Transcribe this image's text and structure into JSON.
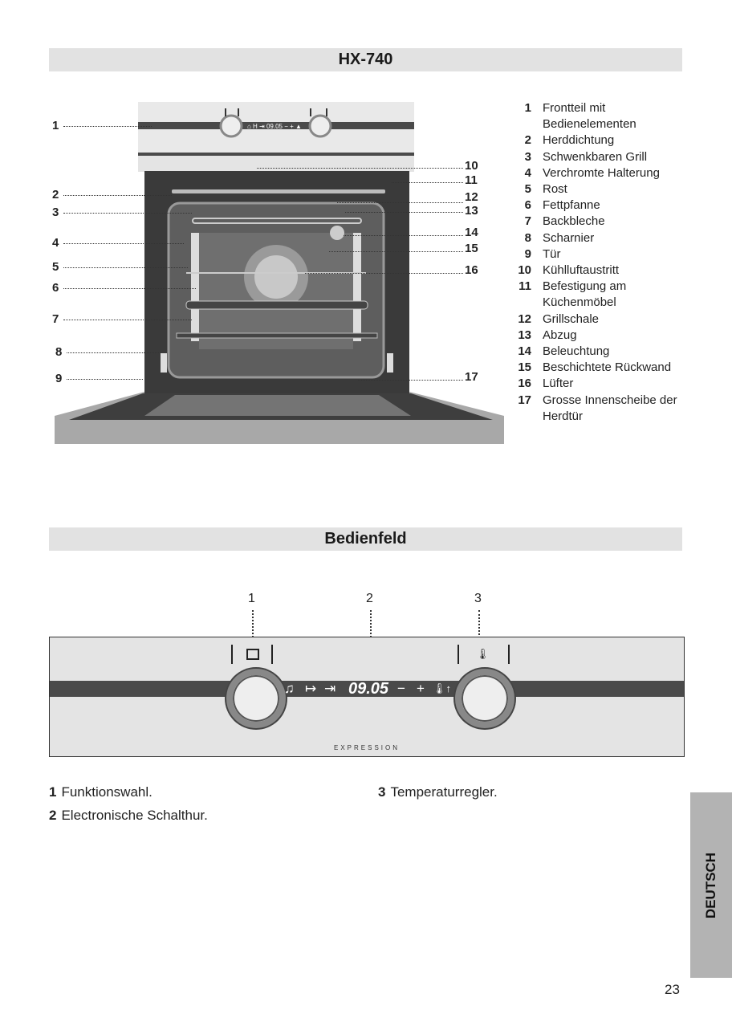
{
  "section1": {
    "title": "HX-740",
    "callouts_left": [
      "1",
      "2",
      "3",
      "4",
      "5",
      "6",
      "7",
      "8",
      "9"
    ],
    "callouts_right": [
      "10",
      "11",
      "12",
      "13",
      "14",
      "15",
      "16",
      "17"
    ],
    "legend": [
      {
        "n": "1",
        "text": "Frontteil mit Bedienelementen"
      },
      {
        "n": "2",
        "text": "Herddichtung"
      },
      {
        "n": "3",
        "text": "Schwenkbaren Grill"
      },
      {
        "n": "4",
        "text": "Verchromte Halterung"
      },
      {
        "n": "5",
        "text": "Rost"
      },
      {
        "n": "6",
        "text": "Fettpfanne"
      },
      {
        "n": "7",
        "text": "Backbleche"
      },
      {
        "n": "8",
        "text": "Scharnier"
      },
      {
        "n": "9",
        "text": "Tür"
      },
      {
        "n": "10",
        "text": "Kühlluftaustritt"
      },
      {
        "n": "11",
        "text": "Befestigung am Küchenmöbel"
      },
      {
        "n": "12",
        "text": "Grillschale"
      },
      {
        "n": "13",
        "text": "Abzug"
      },
      {
        "n": "14",
        "text": "Beleuchtung"
      },
      {
        "n": "15",
        "text": "Beschichtete Rückwand"
      },
      {
        "n": "16",
        "text": "Lüfter"
      },
      {
        "n": "17",
        "text": "Grosse Innenscheibe der Herdtür"
      }
    ]
  },
  "section2": {
    "title": "Bedienfeld",
    "callouts": [
      "1",
      "2",
      "3"
    ],
    "panel": {
      "display_time": "09.05",
      "minus": "−",
      "plus": "+",
      "brand": "EXPRESSION"
    },
    "captions": [
      {
        "n": "1",
        "text": "Funktionswahl."
      },
      {
        "n": "2",
        "text": "Electronische Schalthur."
      },
      {
        "n": "3",
        "text": "Temperaturregler."
      }
    ]
  },
  "side_tab": "DEUTSCH",
  "page_number": "23"
}
